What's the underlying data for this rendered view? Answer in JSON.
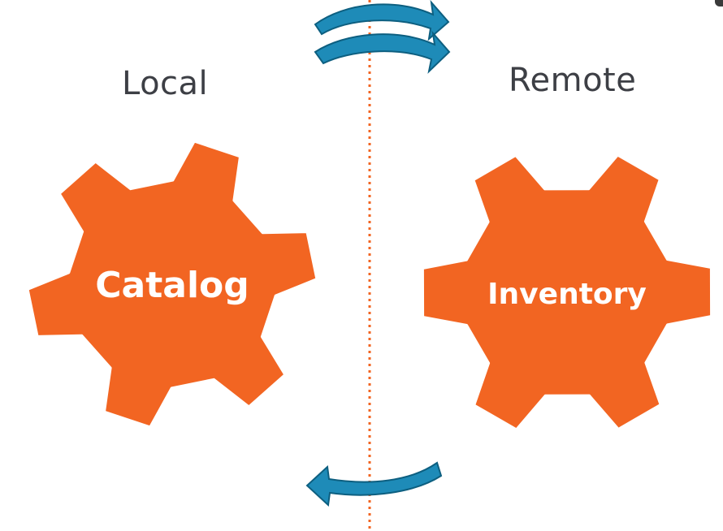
{
  "labels": {
    "local": "Local",
    "remote": "Remote"
  },
  "gears": {
    "left": {
      "label": "Catalog"
    },
    "right": {
      "label": "Inventory"
    }
  },
  "colors": {
    "gear_fill": "#f26522",
    "gear_outline": "#ffffff",
    "arrow_fill": "#1e8bb8",
    "arrow_outline": "#0d5f80",
    "divider": "#f26522",
    "heading_text": "#3d3f45"
  },
  "arrows": {
    "top": [
      "arrow-right-icon",
      "arrow-right-icon"
    ],
    "bottom": [
      "arrow-left-icon"
    ]
  }
}
